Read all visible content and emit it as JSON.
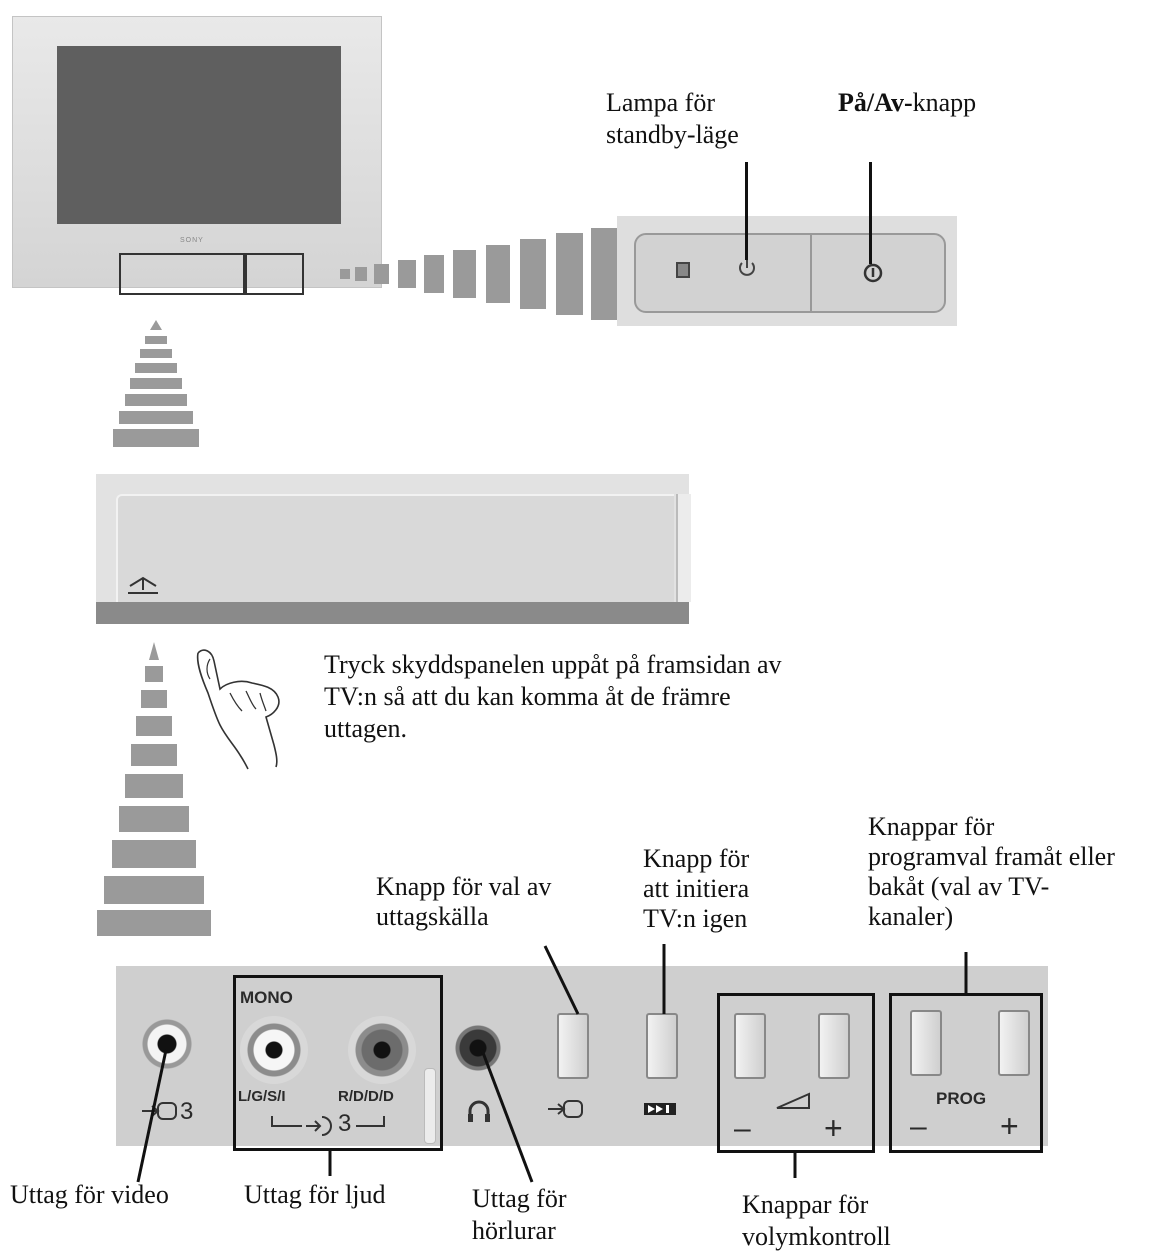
{
  "labels": {
    "standby_lamp": [
      "Lampa för",
      "standby-läge"
    ],
    "power_bold": "På/Av-",
    "power_rest": "knapp",
    "flap_instruction": [
      "Tryck skyddspanelen uppåt på framsidan av",
      "TV:n så att du kan komma åt de främre",
      "uttagen."
    ],
    "prog_buttons": [
      "Knappar för",
      "programval framåt eller",
      "bakåt (val av TV-",
      "kanaler)"
    ],
    "reset_button": [
      "Knapp för",
      "att initiera",
      "TV:n igen"
    ],
    "source_button": [
      "Knapp för val av",
      "uttagskälla"
    ],
    "video_jack": "Uttag för video",
    "audio_jack": "Uttag för ljud",
    "headphone_jack": [
      "Uttag för",
      "hörlurar"
    ],
    "volume_buttons": [
      "Knappar för",
      "volymkontroll"
    ]
  },
  "panel": {
    "mono": "MONO",
    "left_audio": "L/G/S/I",
    "right_audio": "R/D/D/D",
    "prog": "PROG",
    "minus": "–",
    "plus": "+",
    "video_num": "3",
    "audio_num": "3"
  },
  "tv": {
    "brand": "SONY"
  },
  "icons": [
    "power-icon",
    "standby-icon",
    "headphone-icon",
    "input-source-icon",
    "reset-icon",
    "volume-icon",
    "eject-up-icon",
    "hand-icon"
  ]
}
